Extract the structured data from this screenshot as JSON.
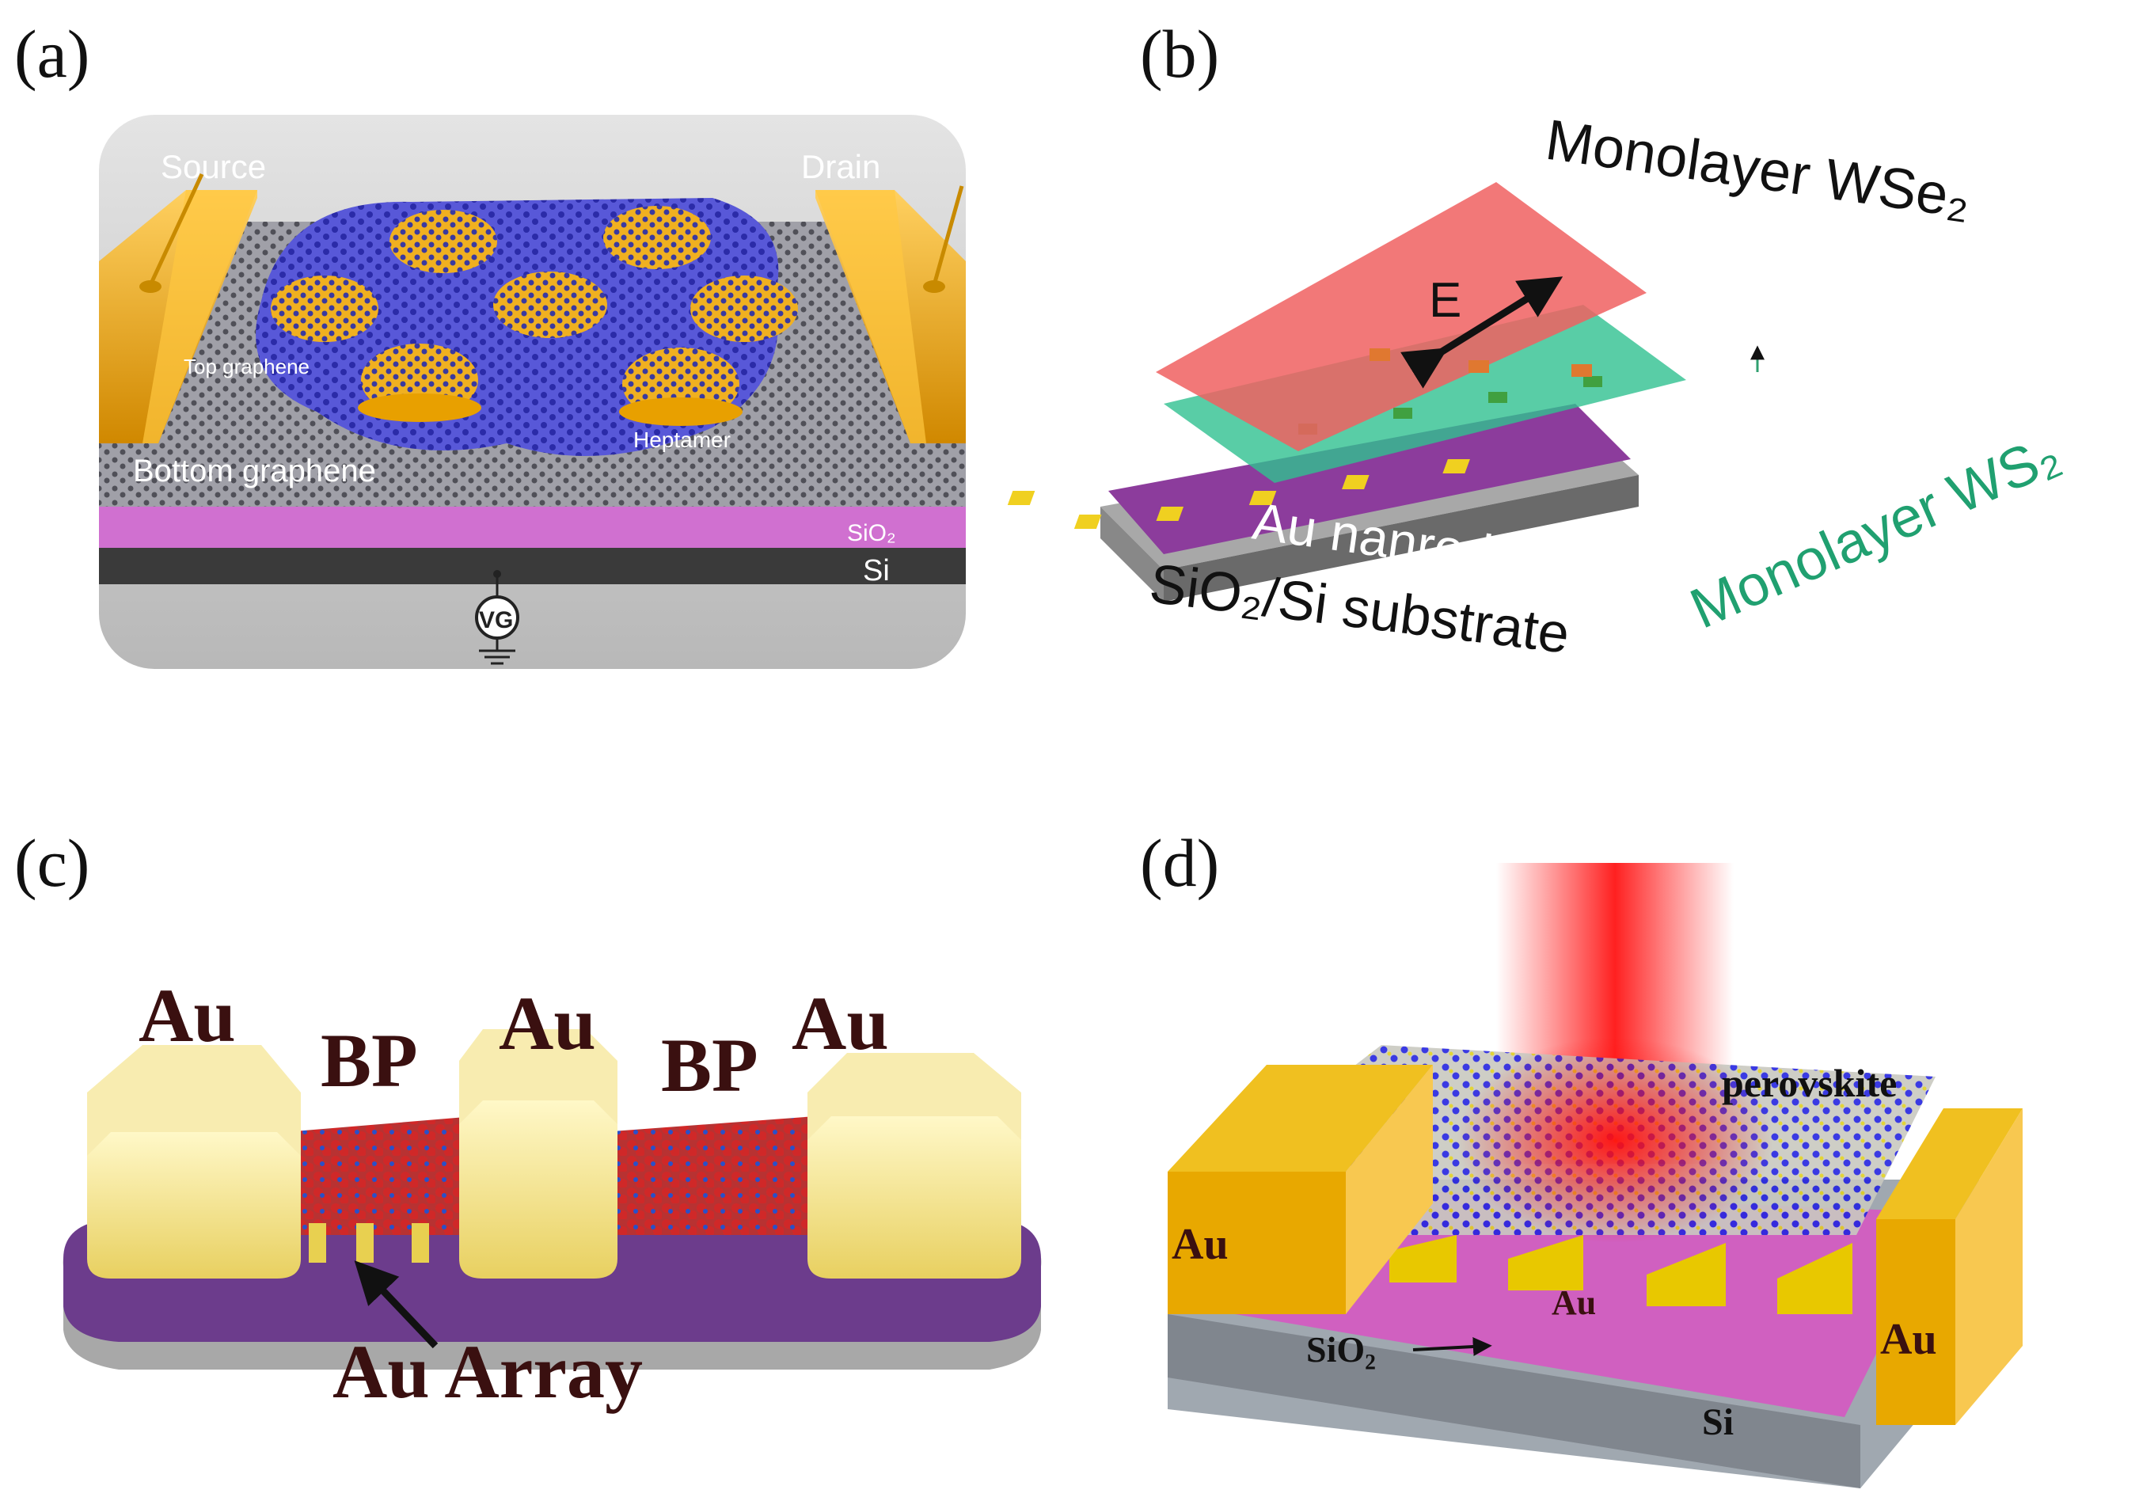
{
  "panels": {
    "a": {
      "label": "(a)",
      "source": "Source",
      "drain": "Drain",
      "top_graphene": "Top graphene",
      "heptamer": "Heptamer",
      "bottom_graphene": "Bottom graphene",
      "sio2": "SiO₂",
      "si": "Si",
      "vg": "VG"
    },
    "b": {
      "label": "(b)",
      "wse2": "Monolayer WSe₂",
      "e_field": "E",
      "ws2": "Monolayer WS₂",
      "au_array": "Au nanrod array",
      "substrate": "SiO₂/Si substrate"
    },
    "c": {
      "label": "(c)",
      "au_left": "Au",
      "bp_left": "BP",
      "au_mid": "Au",
      "bp_right": "BP",
      "au_right": "Au",
      "au_array": "Au Array"
    },
    "d": {
      "label": "(d)",
      "perovskite": "perovskite",
      "au_left": "Au",
      "au_center": "Au",
      "au_right": "Au",
      "sio2": "SiO₂",
      "si": "Si"
    }
  },
  "colors": {
    "gold": "#f0b400",
    "graphene": "#6a6ae0",
    "sio2_pink": "#cf6fd0",
    "si_dark": "#3c3c3c",
    "wse2_red": "#f06868",
    "ws2_green": "#30b880",
    "substrate_purple": "#8a3a9a",
    "bp_red": "#c02020",
    "au_yellow": "#f0e070",
    "laser_red": "#ff2020",
    "perov_blue": "#2a2ae0"
  }
}
